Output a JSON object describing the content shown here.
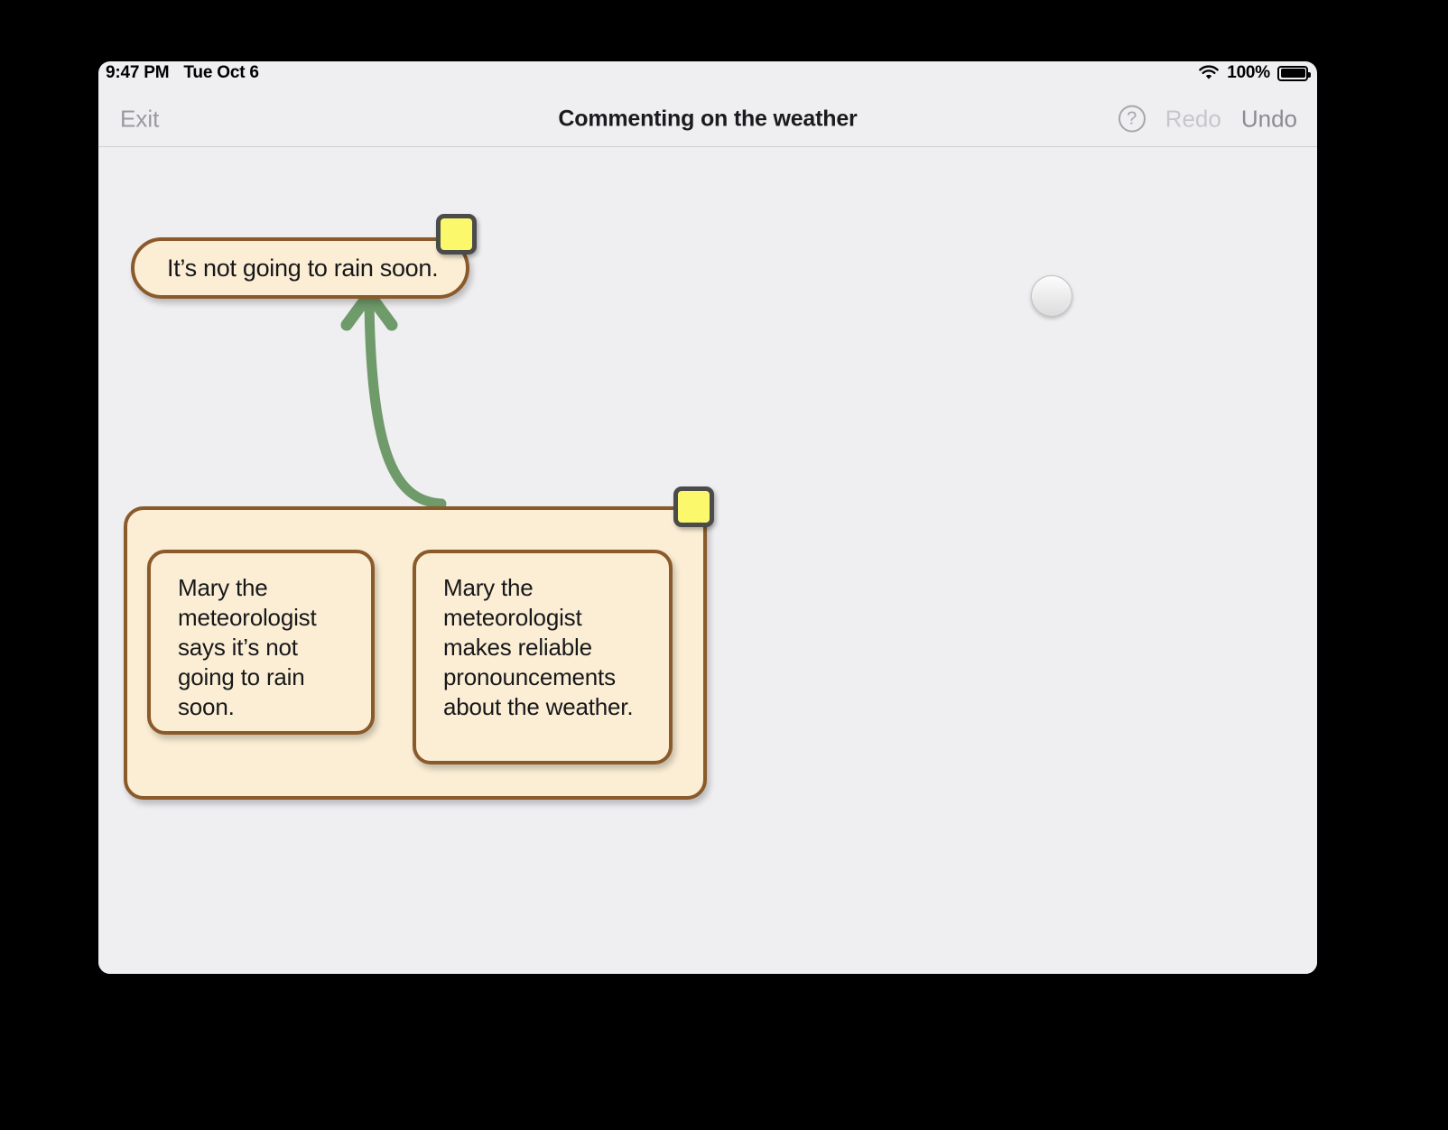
{
  "status_bar": {
    "time": "9:47 PM",
    "date": "Tue Oct 6",
    "battery_percent": "100%",
    "wifi_icon": "wifi-icon",
    "battery_icon": "battery-icon"
  },
  "nav_bar": {
    "exit_label": "Exit",
    "title": "Commenting on the weather",
    "help_label": "?",
    "redo_label": "Redo",
    "undo_label": "Undo"
  },
  "canvas": {
    "conclusion": {
      "text": "It’s not going to rain soon."
    },
    "premise_group": {
      "premises": [
        {
          "text": "Mary the meteorologist says it’s not going to rain soon."
        },
        {
          "text": "Mary the meteorologist makes reliable pronouncements about the weather."
        }
      ]
    },
    "connector": {
      "kind": "support-arrow",
      "color": "#6f9a6a",
      "direction": "premise-group-to-conclusion"
    },
    "handles": [
      {
        "name": "conclusion-handle",
        "shape": "square",
        "color": "#fbf96b"
      },
      {
        "name": "group-handle",
        "shape": "square",
        "color": "#fbf96b"
      },
      {
        "name": "orphan-handle",
        "shape": "circle",
        "color": "#e4e4e4"
      }
    ]
  },
  "colors": {
    "screen_background": "#efeef1",
    "node_fill": "#fbeed5",
    "node_border": "#8a5a2b",
    "handle_yellow": "#fbf96b",
    "arrow_green": "#6f9a6a",
    "title_text": "#1b1b1e"
  }
}
